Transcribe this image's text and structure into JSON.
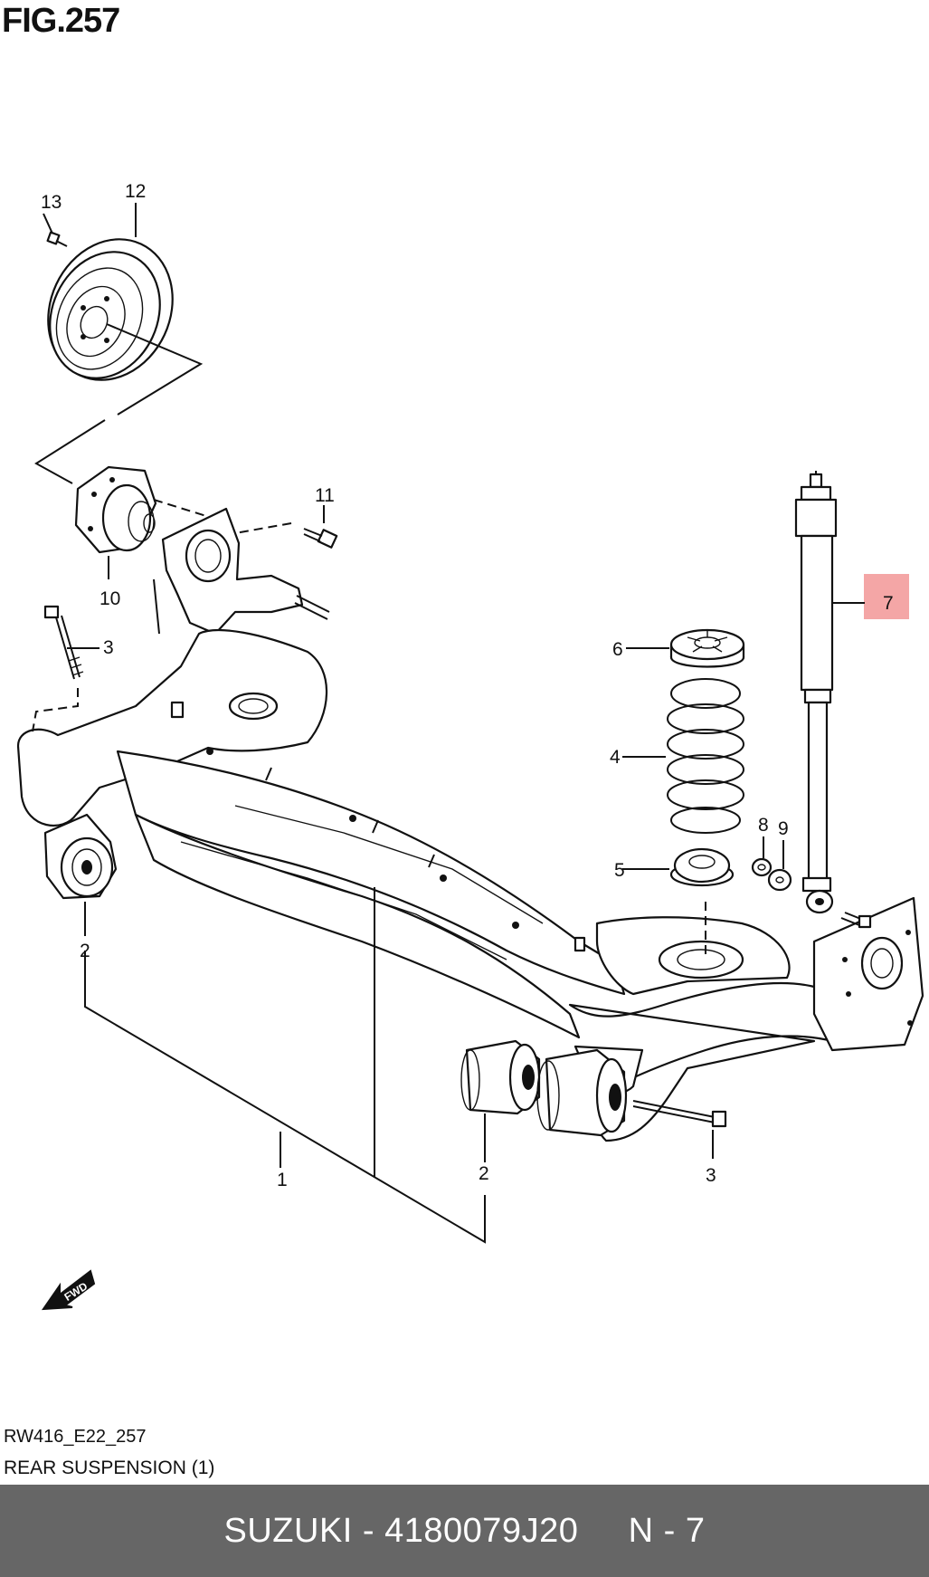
{
  "figure_title": "FIG.257",
  "callouts": {
    "c1": "1",
    "c2a": "2",
    "c2b": "2",
    "c3a": "3",
    "c3b": "3",
    "c4": "4",
    "c5": "5",
    "c6": "6",
    "c7": "7",
    "c8": "8",
    "c9": "9",
    "c10": "10",
    "c11": "11",
    "c12": "12",
    "c13": "13"
  },
  "fwd_label": "FWD",
  "drawing_code": "RW416_E22_257",
  "caption": "REAR SUSPENSION (1)",
  "footer": {
    "text": "SUZUKI - 4180079J20     N - 7",
    "background": "#666666",
    "text_color": "#ffffff"
  },
  "highlight_color": "#f4a6a6"
}
